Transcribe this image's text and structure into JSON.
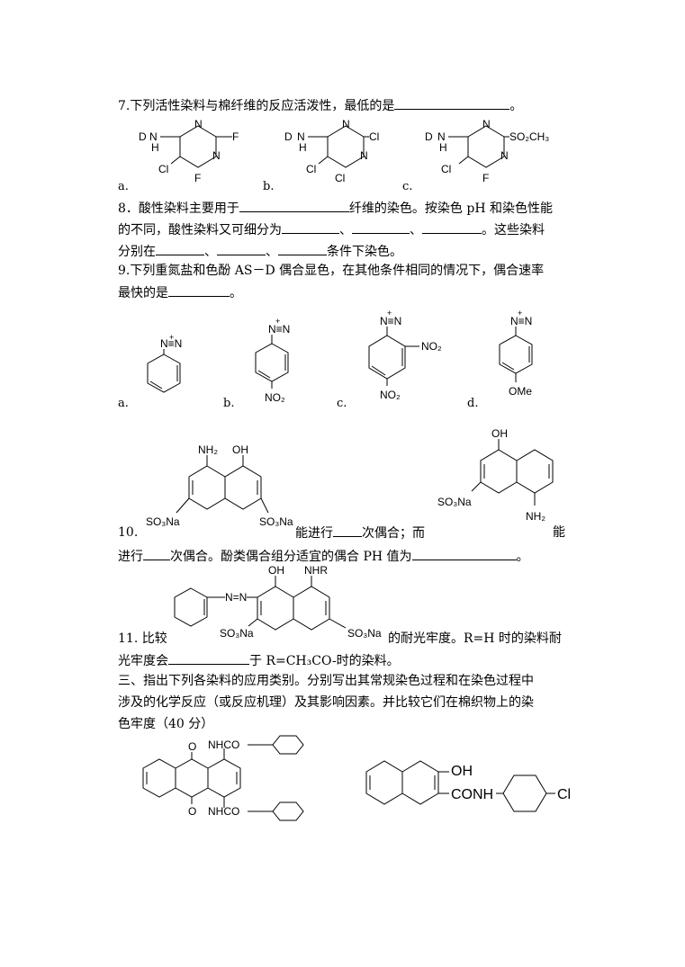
{
  "q7": {
    "text_before": "7.下列活性染料与棉纤维的反应活泼性，最低的是",
    "text_after": "。",
    "options": [
      "a.",
      "b.",
      "c."
    ]
  },
  "q8": {
    "line1_a": "8．酸性染料主要用于",
    "line1_b": "纤维的染色。按染色 pH 和染色性能",
    "line2_a": "的不同，酸性染料又可细分为",
    "sep": "、",
    "line2_b": "。这些染料",
    "line3_a": "分别在",
    "line3_b": "条件下染色。"
  },
  "q9": {
    "line1": "9.下列重氮盐和色酚 AS－D 偶合显色，在其他条件相同的情况下，偶合速率",
    "line2_a": "最快的是",
    "line2_b": "。",
    "options": [
      "a.",
      "b.",
      "c.",
      "d."
    ]
  },
  "q10": {
    "num": "10.",
    "text_a": "能进行",
    "text_b": "次偶合；而",
    "text_c": "能",
    "line2_a": "进行",
    "line2_b": "次偶合。酚类偶合组分适宜的偶合 PH 值为",
    "line2_c": "。"
  },
  "q11": {
    "prefix": "11. 比较",
    "suffix": "的耐光牢度。R=H 时的染料耐",
    "line2_a": "光牢度会",
    "line2_b": "于 R=CH₃CO-时的染料。"
  },
  "sec3": {
    "line1": "三、指出下列各染料的应用类别。分别写出其常规染色过程和在染色过程中",
    "line2": "涉及的化学反应（或反应机理）及其影响因素。并比较它们在棉织物上的染",
    "line3": "色牢度（40 分）"
  },
  "chem": {
    "D": "D",
    "H": "H",
    "N": "N",
    "F": "F",
    "Cl": "Cl",
    "SO2CH3": "SO₂CH₃",
    "N2plus": "N≡N",
    "NO2": "NO₂",
    "OMe": "OMe",
    "NH2": "NH₂",
    "OH": "OH",
    "SO3Na": "SO₃Na",
    "NHR": "NHR",
    "NN": "N=N",
    "O": "O",
    "NHCO": "NHCO",
    "CONH": "CONH",
    "plus": "+"
  }
}
